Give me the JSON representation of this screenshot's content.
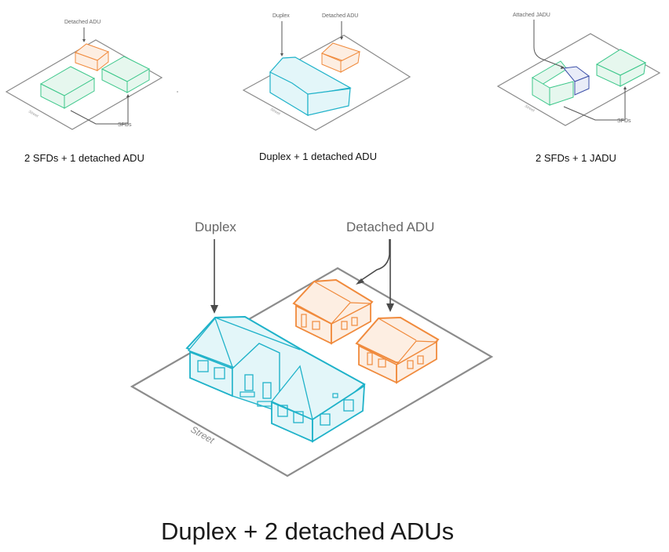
{
  "colors": {
    "sfd_stroke": "#3cc78a",
    "sfd_fill": "#e6f7ee",
    "adu_stroke": "#f08a3c",
    "adu_fill": "#fdeee2",
    "duplex_stroke": "#1fb2c9",
    "duplex_fill": "#e3f6f9",
    "jadu_stroke": "#3b4fa8",
    "jadu_fill": "#e9ecf8",
    "lot_stroke": "#8a8a8a",
    "label_text": "#666666"
  },
  "panels": [
    {
      "id": "sfds-detached-adu",
      "caption": "2 SFDs + 1 detached ADU",
      "labels": {
        "adu": "Detached ADU",
        "sfds": "SFDs",
        "street": "Street"
      }
    },
    {
      "id": "duplex-detached-adu",
      "caption": "Duplex + 1 detached ADU",
      "labels": {
        "duplex": "Duplex",
        "adu": "Detached ADU",
        "street": "Street"
      }
    },
    {
      "id": "sfds-jadu",
      "caption": "2 SFDs + 1 JADU",
      "labels": {
        "jadu": "Attached JADU",
        "sfds": "SFDs",
        "street": "Street"
      }
    },
    {
      "id": "duplex-two-adus",
      "caption": "Duplex + 2 detached ADUs",
      "labels": {
        "duplex": "Duplex",
        "adu": "Detached ADU",
        "street": "Street"
      }
    }
  ]
}
